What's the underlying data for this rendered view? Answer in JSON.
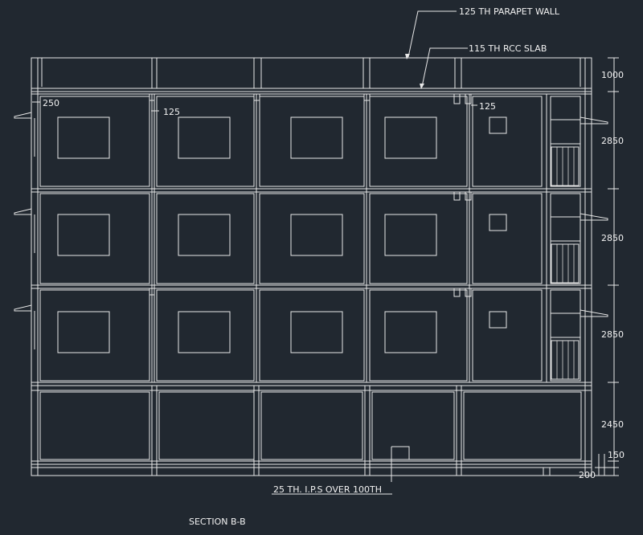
{
  "background": "#212830",
  "line_color": "#e8e8e8",
  "labels": {
    "parapet": "125 TH PARAPET WALL",
    "slab": "115 TH RCC SLAB",
    "col_left": "250",
    "col_mid": "125",
    "col_right": "125",
    "ips": "25 TH. I.P.S OVER 100TH",
    "title": "SECTION B-B"
  },
  "dimensions": [
    "1000",
    "2850",
    "2850",
    "2850",
    "2450",
    "150",
    "200"
  ]
}
